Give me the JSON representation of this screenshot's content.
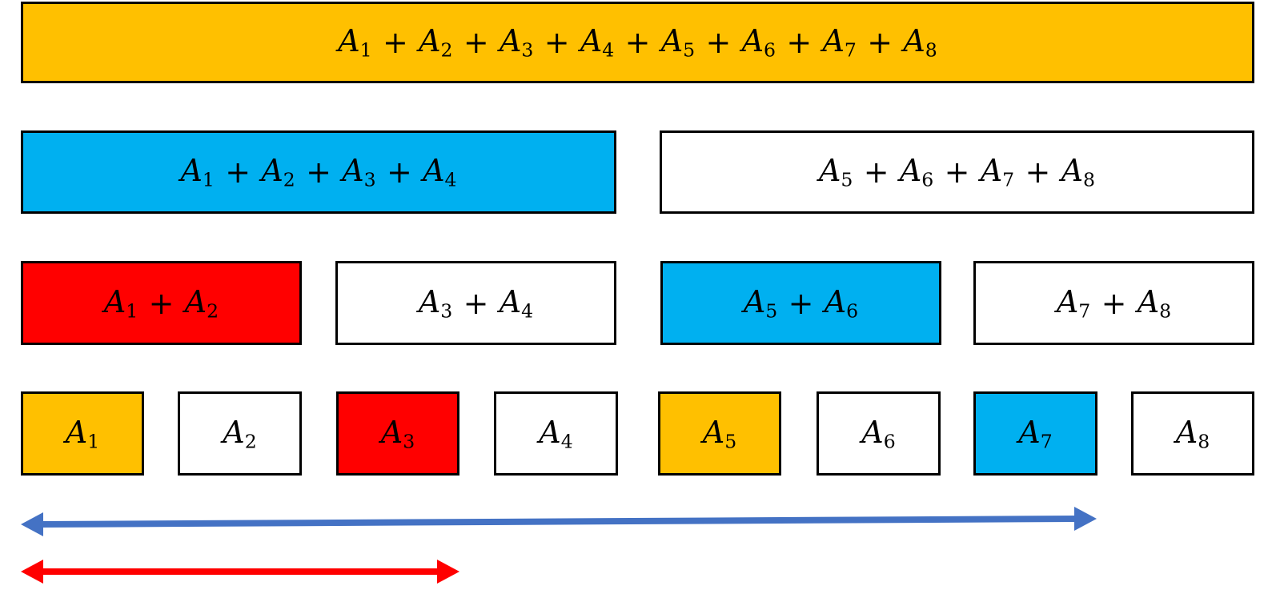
{
  "colors": {
    "orange": "#FFC000",
    "blue": "#00B0F0",
    "red": "#FF0000",
    "white": "#FFFFFF",
    "arrow_blue": "#4472C4",
    "arrow_red": "#FF0000"
  },
  "rows": [
    [
      {
        "terms": [
          "1",
          "2",
          "3",
          "4",
          "5",
          "6",
          "7",
          "8"
        ],
        "fill": "orange"
      }
    ],
    [
      {
        "terms": [
          "1",
          "2",
          "3",
          "4"
        ],
        "fill": "blue"
      },
      {
        "terms": [
          "5",
          "6",
          "7",
          "8"
        ],
        "fill": "white"
      }
    ],
    [
      {
        "terms": [
          "1",
          "2"
        ],
        "fill": "red"
      },
      {
        "terms": [
          "3",
          "4"
        ],
        "fill": "white"
      },
      {
        "terms": [
          "5",
          "6"
        ],
        "fill": "blue"
      },
      {
        "terms": [
          "7",
          "8"
        ],
        "fill": "white"
      }
    ],
    [
      {
        "terms": [
          "1"
        ],
        "fill": "orange"
      },
      {
        "terms": [
          "2"
        ],
        "fill": "white"
      },
      {
        "terms": [
          "3"
        ],
        "fill": "red"
      },
      {
        "terms": [
          "4"
        ],
        "fill": "white"
      },
      {
        "terms": [
          "5"
        ],
        "fill": "orange"
      },
      {
        "terms": [
          "6"
        ],
        "fill": "white"
      },
      {
        "terms": [
          "7"
        ],
        "fill": "blue"
      },
      {
        "terms": [
          "8"
        ],
        "fill": "white"
      }
    ]
  ],
  "term_letter": "A",
  "operator": "+",
  "arrows": [
    {
      "name": "blue-range-arrow",
      "color": "arrow_blue"
    },
    {
      "name": "red-range-arrow",
      "color": "arrow_red"
    }
  ]
}
